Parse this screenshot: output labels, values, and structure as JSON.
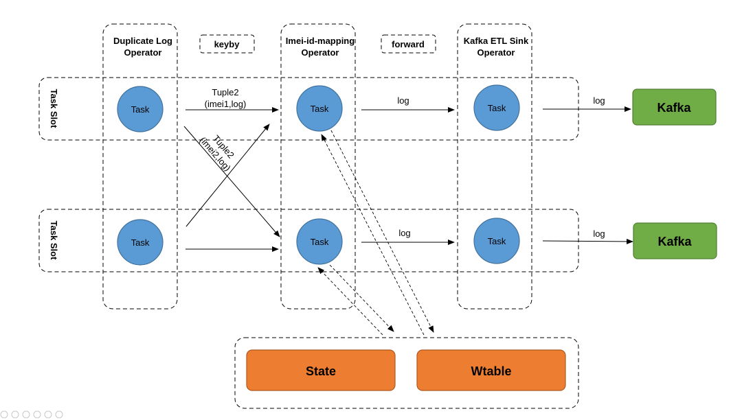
{
  "operators": {
    "duplicate": [
      "Duplicate Log",
      "Operator"
    ],
    "keyby": "keyby",
    "mapping": [
      "Imei-id-mapping",
      "Operator"
    ],
    "forward": "forward",
    "sink": [
      "Kafka ETL Sink",
      "Operator"
    ]
  },
  "slots": {
    "top": "Task Slot",
    "bottom": "Task Slot"
  },
  "task_label": "Task",
  "edges": {
    "tuple_top": [
      "Tuple2",
      "(imei1,log)"
    ],
    "tuple_diag": [
      "Tuple2",
      "(imei2,log)"
    ],
    "log": "log"
  },
  "sinks": {
    "kafka": "Kafka"
  },
  "storage": {
    "state": "State",
    "wtable": "Wtable"
  },
  "colors": {
    "task": "#5b9bd5",
    "kafka": "#70ad47",
    "storage": "#ed7d31"
  }
}
